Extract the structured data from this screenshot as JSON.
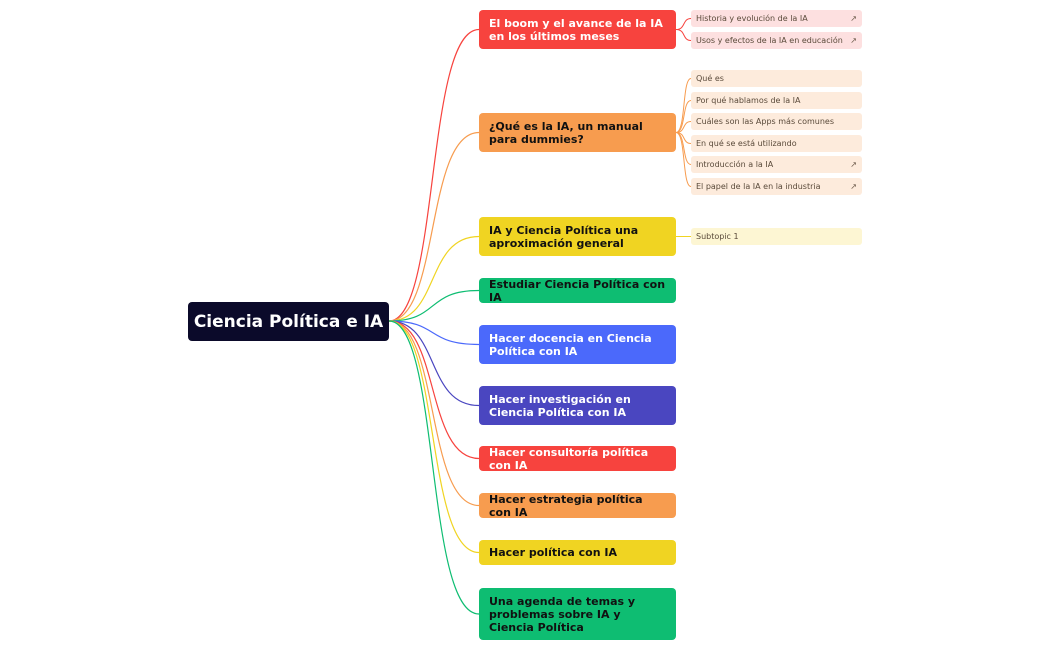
{
  "root": {
    "label": "Ciencia Política e IA"
  },
  "branches": [
    {
      "label": "El boom y el avance de la IA en los últimos meses",
      "color": "#f7433e",
      "text_color": "#ffffff",
      "children": [
        {
          "label": "Historia y evolución de la IA",
          "link": true
        },
        {
          "label": "Usos y efectos de la IA en educación",
          "link": true
        }
      ]
    },
    {
      "label": "¿Qué es la IA, un manual para dummies?",
      "color": "#f79c4f",
      "text_color": "#111111",
      "children": [
        {
          "label": "Qué es",
          "link": false
        },
        {
          "label": "Por qué hablamos de la IA",
          "link": false
        },
        {
          "label": "Cuáles son las Apps más comunes",
          "link": false
        },
        {
          "label": "En qué se está utilizando",
          "link": false
        },
        {
          "label": "Introducción a la IA",
          "link": true
        },
        {
          "label": "El papel de la IA en la industria",
          "link": true
        }
      ]
    },
    {
      "label": "IA y Ciencia Política una aproximación general",
      "color": "#f0d422",
      "text_color": "#111111",
      "children": [
        {
          "label": "Subtopic 1",
          "link": false
        }
      ]
    },
    {
      "label": "Estudiar Ciencia Política con IA",
      "color": "#0ebd72",
      "text_color": "#111111",
      "children": []
    },
    {
      "label": "Hacer docencia en Ciencia Política con IA",
      "color": "#4b69fb",
      "text_color": "#ffffff",
      "children": []
    },
    {
      "label": "Hacer investigación en Ciencia Política con IA",
      "color": "#4a46c0",
      "text_color": "#ffffff",
      "children": []
    },
    {
      "label": "Hacer consultoría política con IA",
      "color": "#f7433e",
      "text_color": "#ffffff",
      "children": []
    },
    {
      "label": "Hacer estrategia política con IA",
      "color": "#f79c4f",
      "text_color": "#111111",
      "children": []
    },
    {
      "label": "Hacer política con IA",
      "color": "#f0d422",
      "text_color": "#111111",
      "children": []
    },
    {
      "label": "Una agenda de temas y problemas sobre IA y Ciencia Política",
      "color": "#0ebd72",
      "text_color": "#111111",
      "children": []
    }
  ],
  "leaf_colors": {
    "red": "#fde0e0",
    "orange": "#fdebdc",
    "yellow": "#fdf6d3"
  },
  "icons": {
    "external_link": "external-link-icon"
  }
}
